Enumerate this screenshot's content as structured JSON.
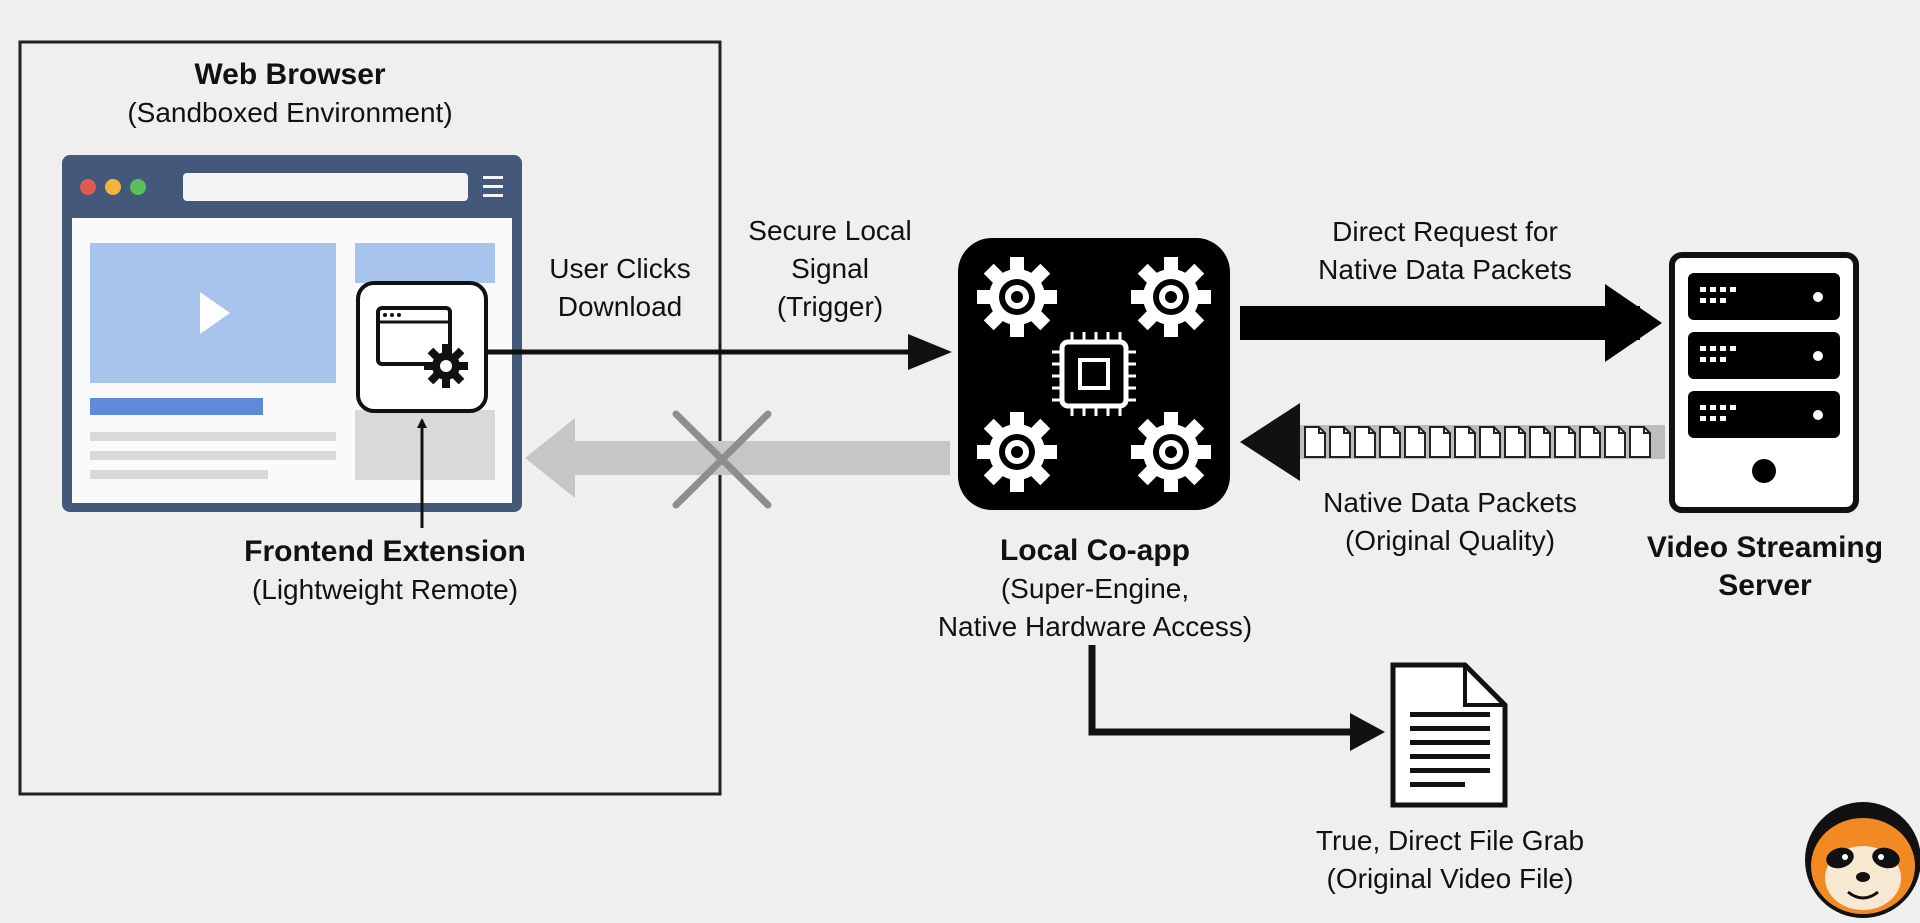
{
  "browser": {
    "title": "Web Browser",
    "subtitle": "(Sandboxed Environment)"
  },
  "extension": {
    "title": "Frontend Extension",
    "subtitle": "(Lightweight Remote)"
  },
  "edges": {
    "user_clicks": [
      "User Clicks",
      "Download"
    ],
    "secure_signal": [
      "Secure Local",
      "Signal",
      "(Trigger)"
    ],
    "direct_request": [
      "Direct Request for",
      "Native Data Packets"
    ],
    "native_packets": [
      "Native Data Packets",
      "(Original Quality)"
    ]
  },
  "coapp": {
    "title": "Local Co-app",
    "subtitle_1": "(Super-Engine,",
    "subtitle_2": "Native Hardware Access)"
  },
  "server": {
    "title_1": "Video Streaming",
    "title_2": "Server"
  },
  "file": {
    "line_1": "True, Direct File Grab",
    "line_2": "(Original Video File)"
  },
  "icons": [
    "window-dots-icon",
    "play-icon",
    "hamburger-icon",
    "extension-gear-icon",
    "cpu-chip-icon",
    "gear-icon",
    "server-icon",
    "data-packet-icon",
    "document-icon",
    "blocked-x-icon",
    "sloth-logo-icon"
  ],
  "colors": {
    "browser_frame": "#44597a",
    "browser_panel": "#a8c4ec",
    "browser_bar": "#5f8ad9",
    "dot_red": "#e05a4e",
    "dot_yellow": "#f2b43c",
    "dot_green": "#5cc05a",
    "faded_arrow": "#c6c6c6"
  }
}
